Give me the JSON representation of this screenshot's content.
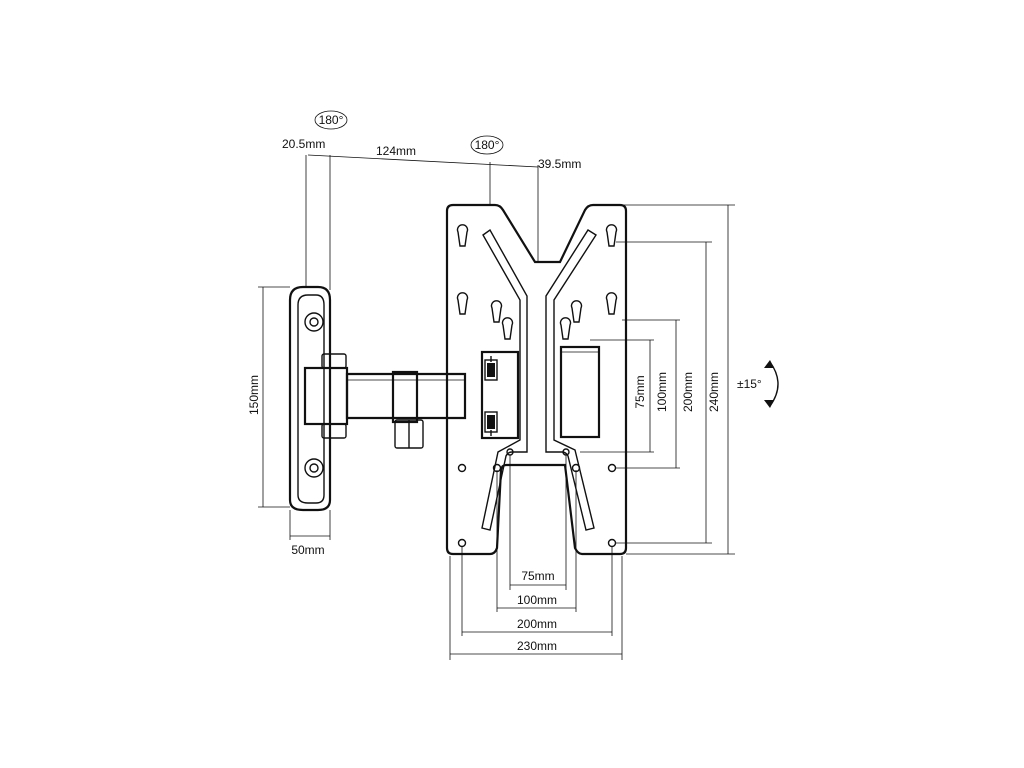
{
  "labels": {
    "rot_arm": "180°",
    "rot_plate": "180°",
    "arm_offset": "20.5mm",
    "arm_length": "124mm",
    "plate_offset": "39.5mm",
    "wall_height": "150mm",
    "wall_width": "50mm",
    "vesa_75v": "75mm",
    "vesa_100v": "100mm",
    "vesa_200v": "200mm",
    "plate_height": "240mm",
    "tilt": "±15°",
    "vesa_75h": "75mm",
    "vesa_100h": "100mm",
    "vesa_200h": "200mm",
    "plate_width": "230mm"
  },
  "colors": {
    "line": "#111111",
    "background": "#ffffff"
  }
}
